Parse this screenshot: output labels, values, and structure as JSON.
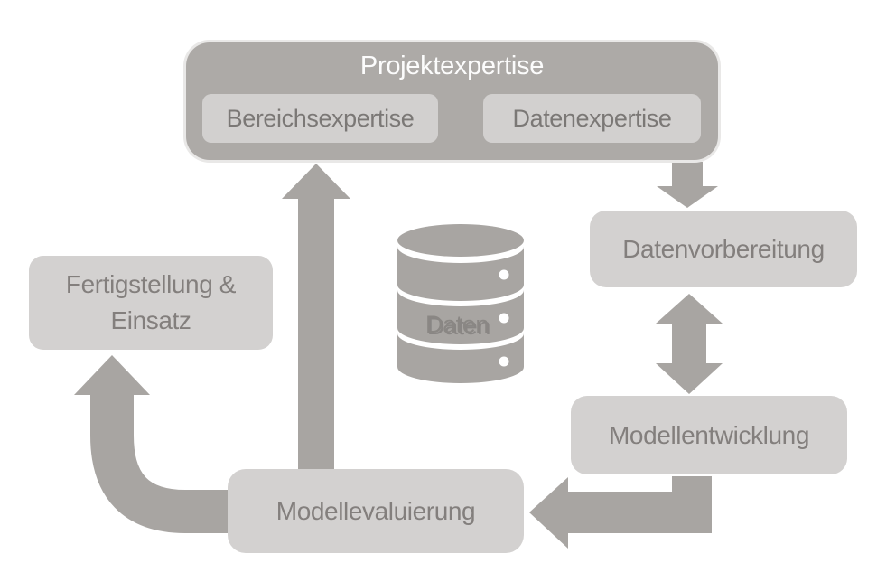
{
  "diagram": {
    "projekt": {
      "label": "Projektexpertise",
      "sub": [
        {
          "label": "Bereichsexpertise"
        },
        {
          "label": "Datenexpertise"
        }
      ]
    },
    "nodes": {
      "datenvorbereitung": {
        "label": "Datenvorbereitung"
      },
      "modellentwicklung": {
        "label": "Modellentwicklung"
      },
      "modellevaluierung": {
        "label": "Modellevaluierung"
      },
      "fertigstellung": {
        "lines": [
          "Fertigstellung &",
          "Einsatz"
        ]
      }
    },
    "database": {
      "label": "Daten"
    },
    "colors": {
      "dark_gray_box": "#adaaa7",
      "light_gray_box": "#d3d1d0",
      "arrow_gray": "#a8a5a2",
      "label_text": "#837f7d",
      "title_text": "#fcfcfc",
      "daten_text": "#8a8784"
    }
  }
}
